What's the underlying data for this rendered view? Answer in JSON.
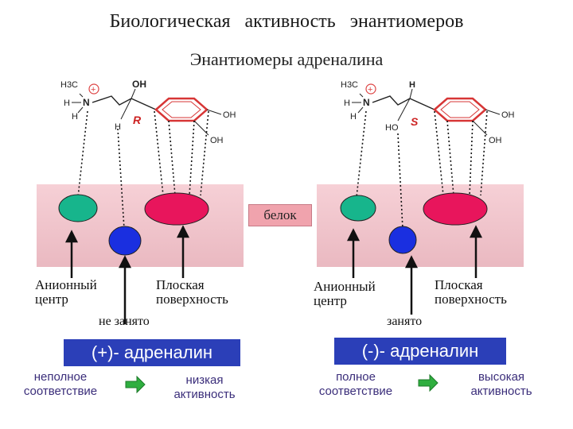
{
  "title": "Биологическая   активность   энантиомеров",
  "subtitle": "Энантиомеры адреналина",
  "protein_label": "белок",
  "molecule_atoms": {
    "methyl": "H3C",
    "h": "H",
    "n": "N",
    "oh": "OH",
    "ho": "HO",
    "plus": "+"
  },
  "left": {
    "config": "R",
    "anion_label_1": "Анионный",
    "anion_label_2": "центр",
    "flat_label_1": "Плоская",
    "flat_label_2": "поверхность",
    "state": "не занято",
    "name": "(+)- адреналин",
    "fit_1": "неполное",
    "fit_2": "соответствие",
    "activity_1": "низкая",
    "activity_2": "активность"
  },
  "right": {
    "config": "S",
    "anion_label_1": "Анионный",
    "anion_label_2": "центр",
    "flat_label_1": "Плоская",
    "flat_label_2": "поверхность",
    "state": "занято",
    "name": "(-)- адреналин",
    "fit_1": "полное",
    "fit_2": "соответствие",
    "activity_1": "высокая",
    "activity_2": "активность"
  },
  "colors": {
    "green_site": "#17b58c",
    "red_site": "#e8155c",
    "blue_site": "#1a2fe0",
    "name_box": "#2b3fb8",
    "arrow_green": "#2fae3f",
    "ring": "#d73535"
  }
}
